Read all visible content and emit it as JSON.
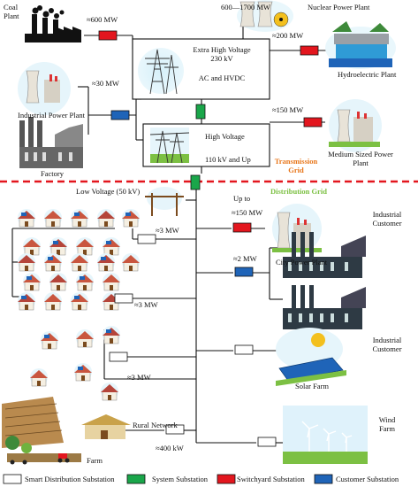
{
  "labels": {
    "coal_plant": "Coal\nPlant",
    "nuclear_plant": "Nuclear Power Plant",
    "hydro_plant": "Hydroelectric Plant",
    "industrial_power_plant": "Industrial Power Plant",
    "factory": "Factory",
    "medium_plant": "Medium Sized Power\nPlant",
    "transmission_grid": "Transmission\nGrid",
    "distribution_grid": "Distribution Grid",
    "low_voltage": "Low Voltage (50 kV)",
    "industrial_customer_1": "Industrial\nCustomer",
    "industrial_customer_2": "Industrial\nCustomer",
    "city_power_plant": "City Power Plant",
    "solar_farm": "Solar Farm",
    "wind_farm": "Wind\nFarm",
    "farm": "Farm",
    "rural_network": "Rural Network"
  },
  "substations": {
    "extra_high_voltage": {
      "title": "Extra High Voltage",
      "voltage": "230 kV",
      "mode": "AC and HVDC"
    },
    "high_voltage": {
      "title": "High Voltage",
      "voltage": "110 kV and Up"
    }
  },
  "power_values": {
    "coal": "≈600 MW",
    "nuclear": "600—1700 MW",
    "hydro": "≈200 MW",
    "industrial": "≈30 MW",
    "medium": "≈150 MW",
    "city_upto_prefix": "Up to",
    "city": "≈150 MW",
    "industrial_customer": "≈2 MW",
    "houses_1": "≈3 MW",
    "houses_2": "≈3 MW",
    "houses_3": "≈3 MW",
    "rural": "≈400 kW"
  },
  "legend": [
    {
      "label": "Smart Distribution Substation",
      "color": "#ffffff"
    },
    {
      "label": "System Substation",
      "color": "#1aa64a"
    },
    {
      "label": "Switchyard Substation",
      "color": "#e3161e"
    },
    {
      "label": "Customer Substation",
      "color": "#1f64b8"
    }
  ],
  "colors": {
    "divider": "#e3161e",
    "transmission_label": "#e8761a",
    "distribution_label": "#7cc043"
  }
}
